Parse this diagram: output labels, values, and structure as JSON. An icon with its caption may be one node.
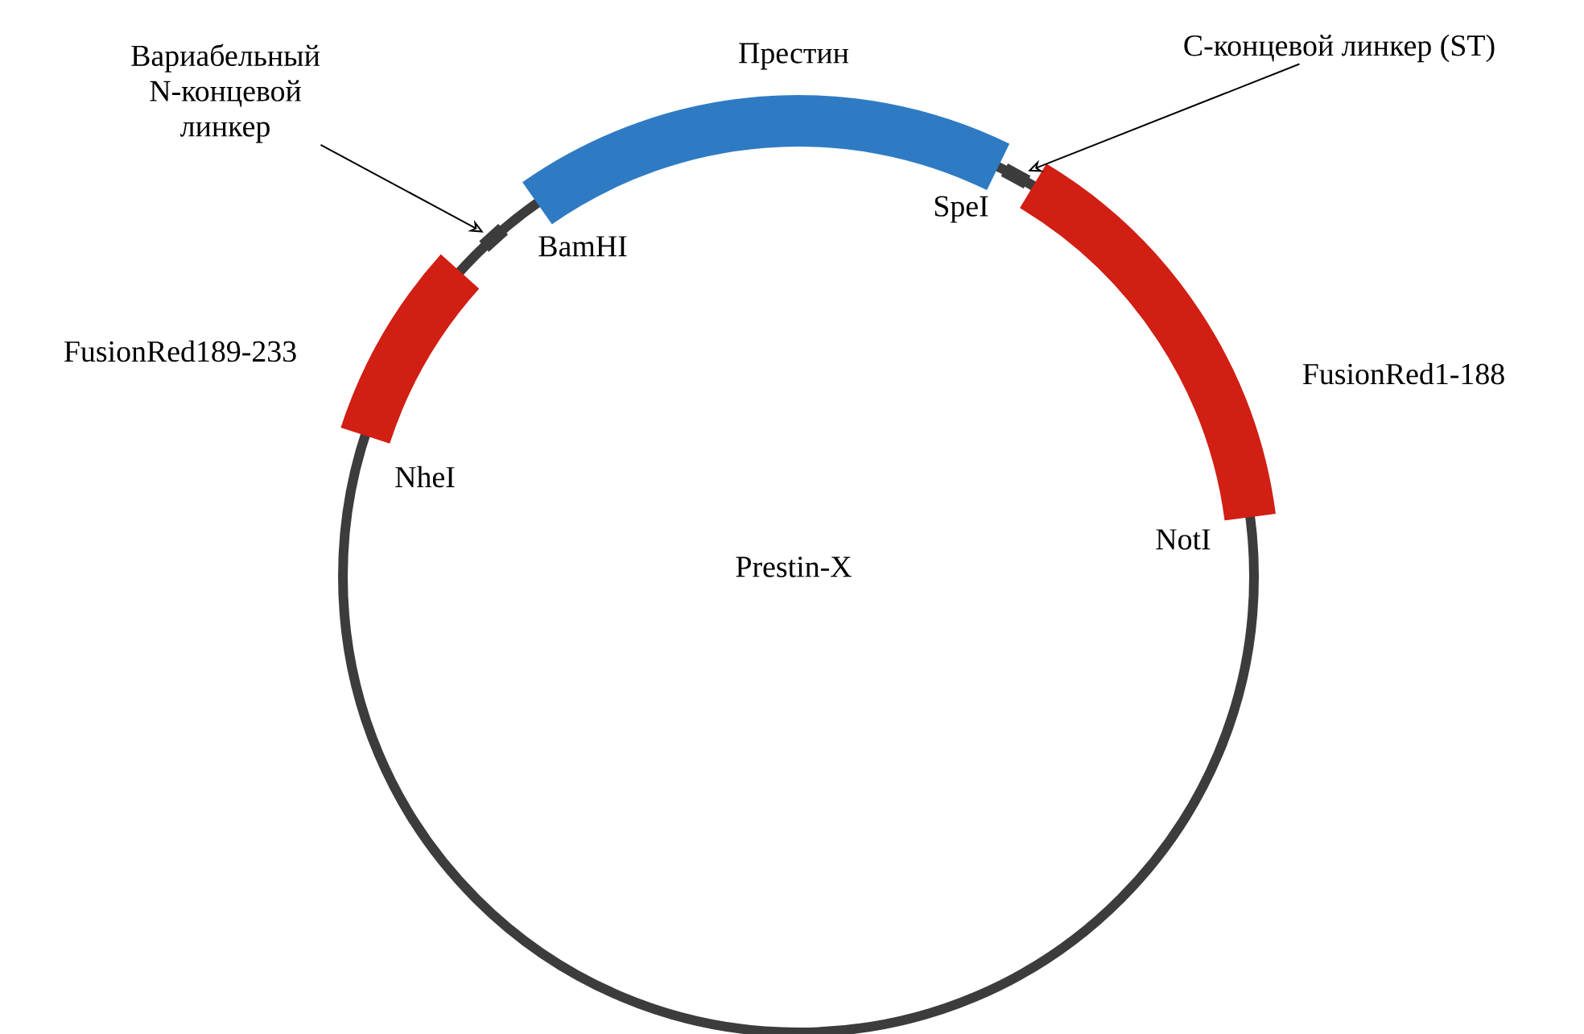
{
  "diagram": {
    "nodes": [
      {
        "text": [
          "Вариабельный N-концевой линкер"
        ]
      },
      {
        "text": [
          "Престин"
        ]
      },
      {
        "text": [
          "С-концевой линкер (ST)"
        ]
      },
      {
        "text": [
          "FusionRed189-233"
        ]
      },
      {
        "text": [],
        "shape": "bar"
      },
      {
        "text": [],
        "shape": "bar"
      },
      {
        "text": [
          "FusionRed1-188"
        ]
      },
      {
        "text": [
          "Prestin-X"
        ]
      }
    ],
    "edges": [
      {
        "from": 0,
        "to": 4,
        "arrow": "to"
      },
      {
        "from": 2,
        "to": 5,
        "arrow": "to"
      }
    ],
    "labels": [
      "BamHI",
      "SpeI",
      "NheI",
      "NotI"
    ]
  }
}
